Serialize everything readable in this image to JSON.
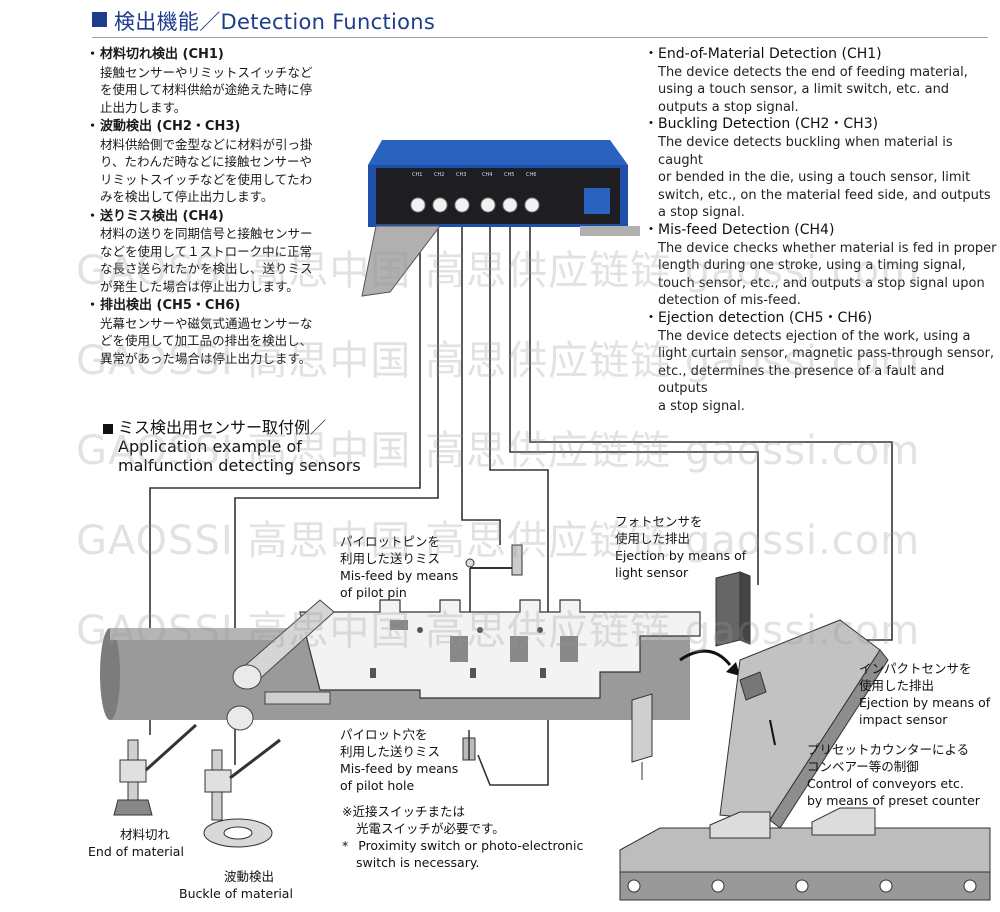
{
  "header": {
    "title": "検出機能／Detection Functions"
  },
  "functions_jp": [
    {
      "title": "材料切れ検出 (CH1)",
      "lines": [
        "接触センサーやリミットスイッチなど",
        "を使用して材料供給が途絶えた時に停",
        "止出力します。"
      ]
    },
    {
      "title": "波動検出 (CH2・CH3)",
      "lines": [
        "材料供給側で金型などに材料が引っ掛",
        "り、たわんだ時などに接触センサーや",
        "リミットスイッチなどを使用してたわ",
        "みを検出して停止出力します。"
      ]
    },
    {
      "title": "送りミス検出 (CH4)",
      "lines": [
        "材料の送りを同期信号と接触センサー",
        "などを使用して１ストローク中に正常",
        "な長さ送られたかを検出し、送りミス",
        "が発生した場合は停止出力します。"
      ]
    },
    {
      "title": "排出検出 (CH5・CH6)",
      "lines": [
        "光幕センサーや磁気式通過センサーな",
        "どを使用して加工品の排出を検出し、",
        "異常があった場合は停止出力します。"
      ]
    }
  ],
  "functions_en": [
    {
      "title": "End-of-Material Detection (CH1)",
      "lines": [
        "The device detects the end of feeding material,",
        "using a touch sensor, a limit switch, etc. and",
        "outputs a stop signal."
      ]
    },
    {
      "title": "Buckling Detection (CH2・CH3)",
      "lines": [
        "The device detects buckling when material is caught",
        "or bended in the die, using a touch sensor, limit",
        "switch, etc., on the material feed side, and outputs",
        "a stop signal."
      ]
    },
    {
      "title": "Mis-feed Detection (CH4)",
      "lines": [
        "The device checks whether material is fed in proper",
        "length during one stroke, using a timing signal,",
        "touch sensor, etc., and outputs a stop signal upon",
        "detection of mis-feed."
      ]
    },
    {
      "title": "Ejection detection (CH5・CH6)",
      "lines": [
        "The device detects ejection of the work, using a",
        "light curtain sensor, magnetic pass-through sensor,",
        "etc., determines the presence of a fault and outputs",
        "a stop signal."
      ]
    }
  ],
  "application": {
    "title_jp": "ミス検出用センサー取付例／",
    "title_en_1": "Application example of",
    "title_en_2": "malfunction detecting sensors"
  },
  "device": {
    "channels": [
      "CH1",
      "CH2",
      "CH3",
      "CH4",
      "CH5",
      "CH6"
    ]
  },
  "labels": {
    "pilot_pin_jp_1": "パイロットピンを",
    "pilot_pin_jp_2": "利用した送りミス",
    "pilot_pin_en_1": "Mis-feed by means",
    "pilot_pin_en_2": "of pilot pin",
    "light_jp_1": "フォトセンサを",
    "light_jp_2": "使用した排出",
    "light_en_1": "Ejection by means of",
    "light_en_2": "light sensor",
    "impact_jp_1": "インパクトセンサを",
    "impact_jp_2": "使用した排出",
    "impact_en_1": "Ejection by means of",
    "impact_en_2": "impact sensor",
    "preset_jp_1": "プリセットカウンターによる",
    "preset_jp_2": "コンベアー等の制御",
    "preset_en_1": "Control of conveyors etc.",
    "preset_en_2": "by means of preset counter",
    "pilot_hole_jp_1": "パイロット穴を",
    "pilot_hole_jp_2": "利用した送りミス",
    "pilot_hole_en_1": "Mis-feed by means",
    "pilot_hole_en_2": "of pilot hole",
    "note_jp_1": "※近接スイッチまたは",
    "note_jp_2": "光電スイッチが必要です。",
    "note_en_1": "Proximity switch or photo-electronic",
    "note_en_2": "switch is necessary.",
    "note_en_mark": "*",
    "end_jp": "材料切れ",
    "end_en": "End of material",
    "buckle_jp": "波動検出",
    "buckle_en": "Buckle of material"
  },
  "watermarks": [
    "GAOSSI 高思中国 高思供应链链 gaossi.com",
    "GAOSSI 高思中国 高思供应链链 gaossi.com",
    "GAOSSI 高思中国 高思供应链链 gaossi.com",
    "GAOSSI 高思中国 高思供应链链 gaossi.com",
    "GAOSSI 高思中国 高思供应链链 gaossi.com"
  ],
  "colors": {
    "title_blue": "#1e3c8c",
    "device_blue": "#1f4fa8",
    "panel_dark": "#1e1e22",
    "strip_gray": "#9a9a9a"
  }
}
